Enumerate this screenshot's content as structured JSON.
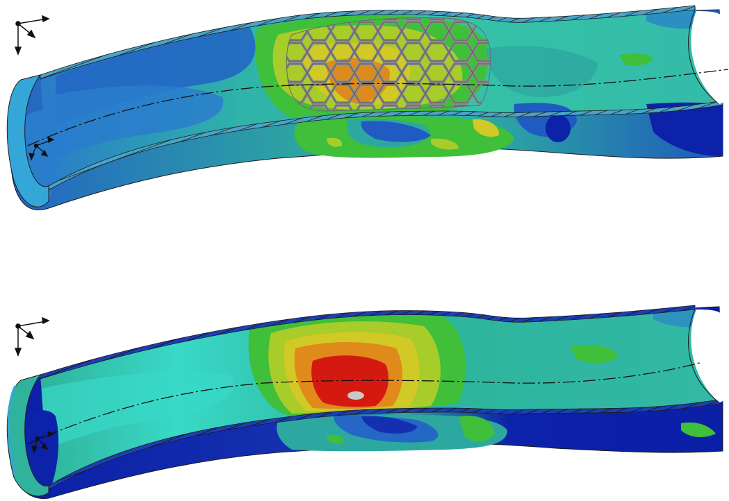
{
  "panels": [
    {
      "id": "top",
      "stent_visible": true,
      "hotspot_level": "orange"
    },
    {
      "id": "bottom",
      "stent_visible": false,
      "hotspot_level": "red"
    }
  ],
  "colors": {
    "background": "#ffffff",
    "deep_blue": "#0a1fa8",
    "blue": "#1f63c9",
    "light_blue": "#3a8fd6",
    "cyan": "#31d7c8",
    "teal": "#2fb59c",
    "green": "#3cbf3c",
    "yellow_green": "#a8d12c",
    "yellow": "#d9cf24",
    "orange": "#e08a1c",
    "red": "#d41a10",
    "light_gray": "#c8c8c8",
    "stent": "#8a8a8a",
    "outline": "#1c1c1c"
  }
}
